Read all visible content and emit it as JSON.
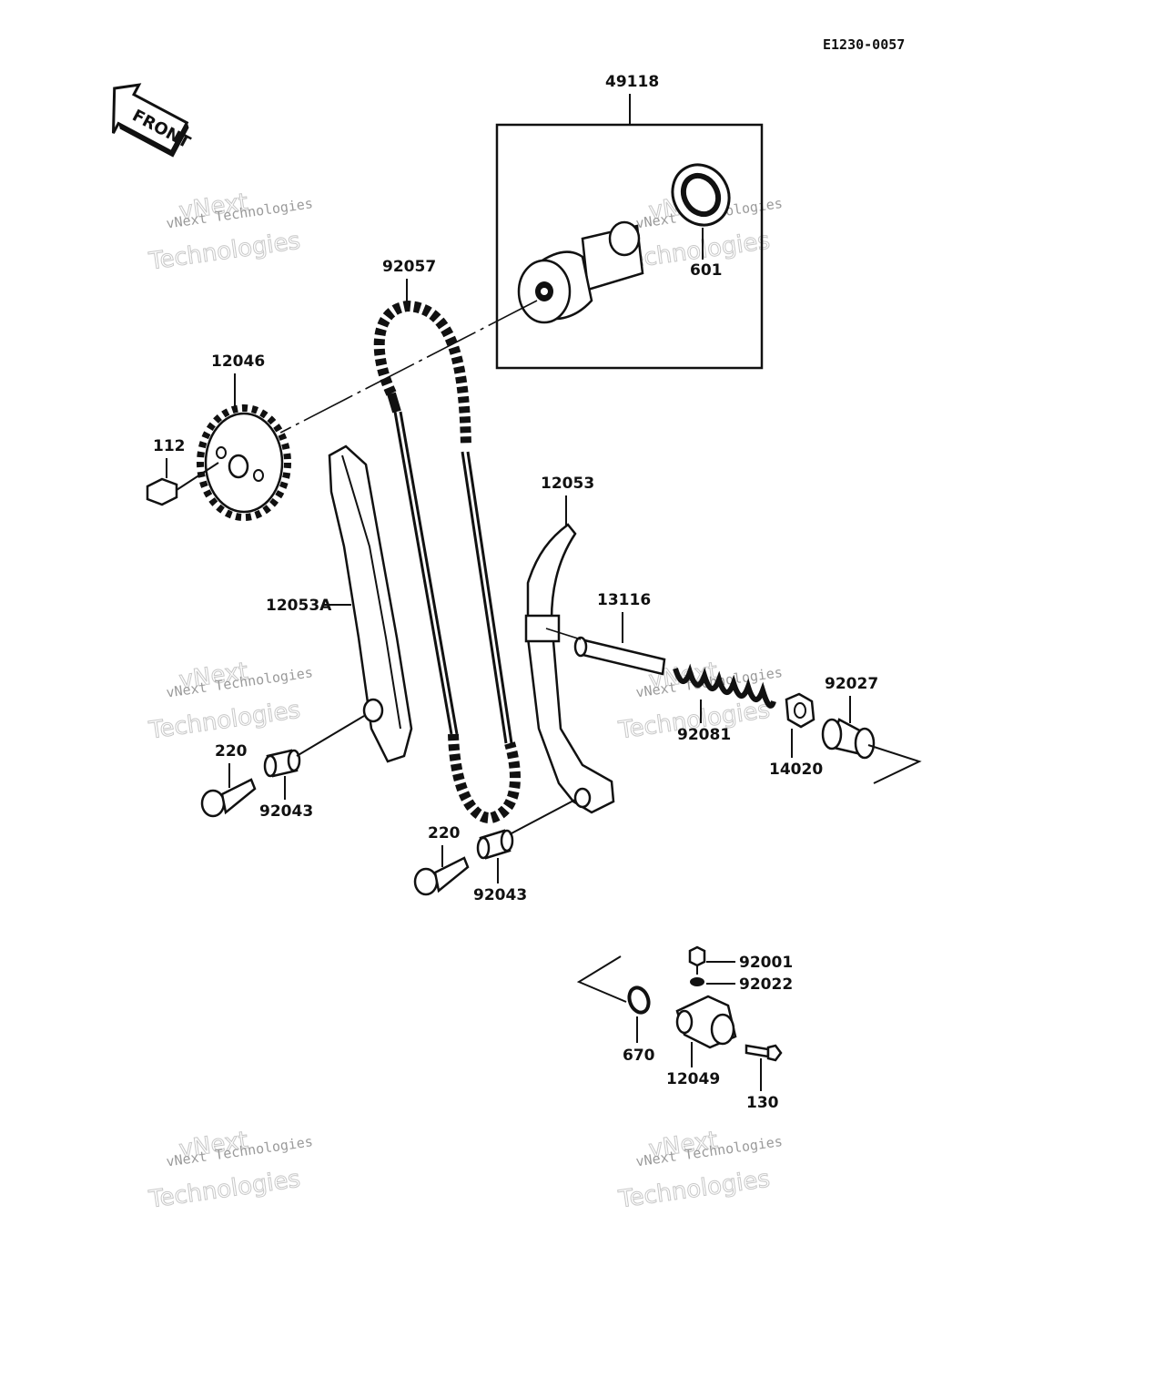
{
  "diagram_code": "E1230-0057",
  "front_label": "FRONT",
  "watermark": {
    "line1": "vNext Technologies",
    "line2": "vNext",
    "line3": "Technologies"
  },
  "parts": {
    "p49118": "49118",
    "p601": "601",
    "p92057": "92057",
    "p12046": "12046",
    "p112": "112",
    "p12053": "12053",
    "p12053A": "12053A",
    "p13116": "13116",
    "p92027": "92027",
    "p92081": "92081",
    "p14020": "14020",
    "p220a": "220",
    "p92043a": "92043",
    "p220b": "220",
    "p92043b": "92043",
    "p92001": "92001",
    "p92022": "92022",
    "p670": "670",
    "p12049": "12049",
    "p130": "130"
  }
}
